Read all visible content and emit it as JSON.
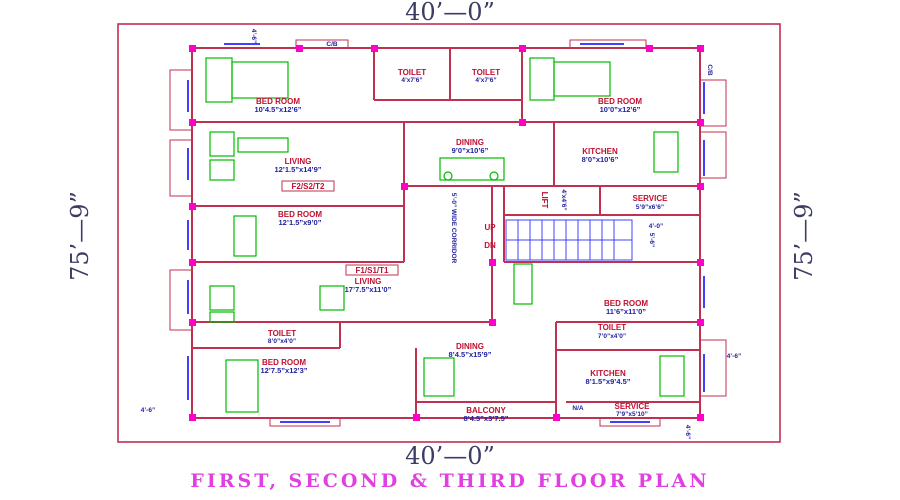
{
  "dims": {
    "top": "40’—0”",
    "bottom": "40’—0”",
    "left": "75’—9”",
    "right": "75’—9”",
    "set_top_left": "4’-6”",
    "set_left_bottom": "4’-6”",
    "set_right_mid": "4’-6”",
    "set_right_bottom": "4’-6”",
    "stair_small": "4’-0”",
    "stair_v": "5’-6”",
    "lift_size": "4’x4’6”"
  },
  "rooms": {
    "bed1": {
      "name": "BED ROOM",
      "size": "10’4.5”x12’6”"
    },
    "toilet1": {
      "name": "TOILET",
      "size": "4’x7’6”"
    },
    "toilet2": {
      "name": "TOILET",
      "size": "4’x7’6”"
    },
    "bed2": {
      "name": "BED ROOM",
      "size": "10’0”x12’6”"
    },
    "living1": {
      "name": "LIVING",
      "size": "12’1.5”x14’9”"
    },
    "dining1": {
      "name": "DINING",
      "size": "9’0”x10’6”"
    },
    "kitchen1": {
      "name": "KITCHEN",
      "size": "8’0”x10’6”"
    },
    "service1": {
      "name": "SERVICE",
      "size": "5’9”x6’6”"
    },
    "bed3": {
      "name": "BED ROOM",
      "size": "12’1.5”x9’0”"
    },
    "corridor": {
      "name": "5’-0” WIDE CORRIDOR"
    },
    "lift": {
      "name": "LIFT"
    },
    "up": "UP",
    "dn": "DN",
    "living2": {
      "name": "LIVING",
      "size": "17’7.5”x11’0”"
    },
    "bed4": {
      "name": "BED ROOM",
      "size": "11’6”x11’0”"
    },
    "toilet3": {
      "name": "TOILET",
      "size": "8’0”x4’0”"
    },
    "toilet4": {
      "name": "TOILET",
      "size": "7’0”x4’0”"
    },
    "dining2": {
      "name": "DINING",
      "size": "8’4.5”x15’9”"
    },
    "bed5": {
      "name": "BED ROOM",
      "size": "12’7.5”x12’3”"
    },
    "kitchen2": {
      "name": "KITCHEN",
      "size": "8’1.5”x9’4.5”"
    },
    "balcony": {
      "name": "BALCONY",
      "size": "8’4.5”x3’7.5”"
    },
    "service2": {
      "name": "SERVICE",
      "size": "7’9”x5’10”"
    }
  },
  "tags": {
    "floor_upper": "F2/S2/T2",
    "floor_lower": "F1/S1/T1",
    "cb_top": "C/B",
    "cb": "C/B",
    "na": "N/A"
  },
  "title": "FIRST, SECOND & THIRD FLOOR PLAN",
  "colors": {
    "wall": "#c03050",
    "column": "#ff00cc",
    "furniture": "#00bb00",
    "window": "#4040ff",
    "dim": "#3c3c64",
    "title": "#e040e0"
  }
}
